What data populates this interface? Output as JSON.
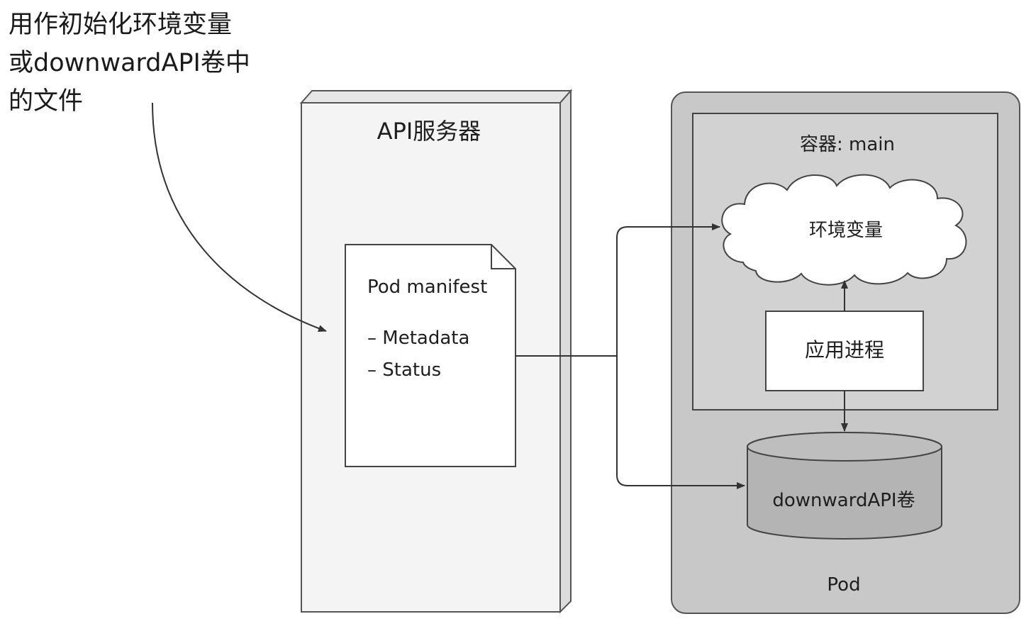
{
  "annotation": {
    "lines": [
      "用作初始化环境变量",
      "或downwardAPI卷中",
      "的文件"
    ]
  },
  "api_server": {
    "title": "API服务器"
  },
  "manifest": {
    "title": "Pod manifest",
    "items": [
      "– Metadata",
      "– Status"
    ]
  },
  "pod": {
    "label": "Pod",
    "container": {
      "title": "容器: main",
      "env_vars": "环境变量",
      "process": "应用进程"
    },
    "volume": "downwardAPI卷"
  },
  "colors": {
    "pod_fill": "#c8c8c8",
    "container_fill": "#d2d2d2",
    "server_fill": "#f4f4f4",
    "line": "#444444"
  }
}
